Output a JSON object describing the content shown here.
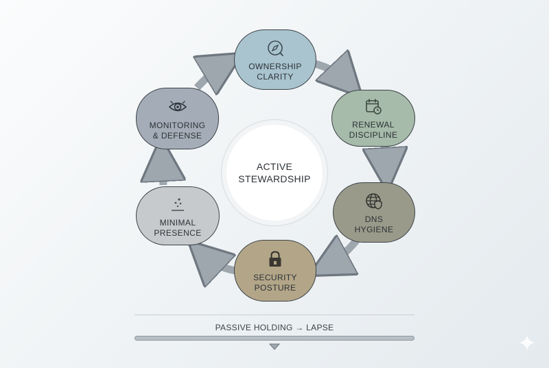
{
  "cycle": {
    "center_label": "ACTIVE\nSTEWARDSHIP",
    "nodes": [
      {
        "label": "OWNERSHIP\nCLARITY",
        "icon": "compass-icon",
        "color": "#a9c4ce"
      },
      {
        "label": "RENEWAL\nDISCIPLINE",
        "icon": "calendar-clock-icon",
        "color": "#a6bba9"
      },
      {
        "label": "DNS\nHYGIENE",
        "icon": "globe-shield-icon",
        "color": "#9a9a8a"
      },
      {
        "label": "SECURITY\nPOSTURE",
        "icon": "padlock-icon",
        "color": "#b3a688"
      },
      {
        "label": "MINIMAL\nPRESENCE",
        "icon": "dots-icon",
        "color": "#c7cacc"
      },
      {
        "label": "MONITORING\n& DEFENSE",
        "icon": "eye-icon",
        "color": "#a4adb7"
      }
    ],
    "arrow_color": "#9ea7ae"
  },
  "footer": {
    "label": "PASSIVE HOLDING → LAPSE"
  }
}
